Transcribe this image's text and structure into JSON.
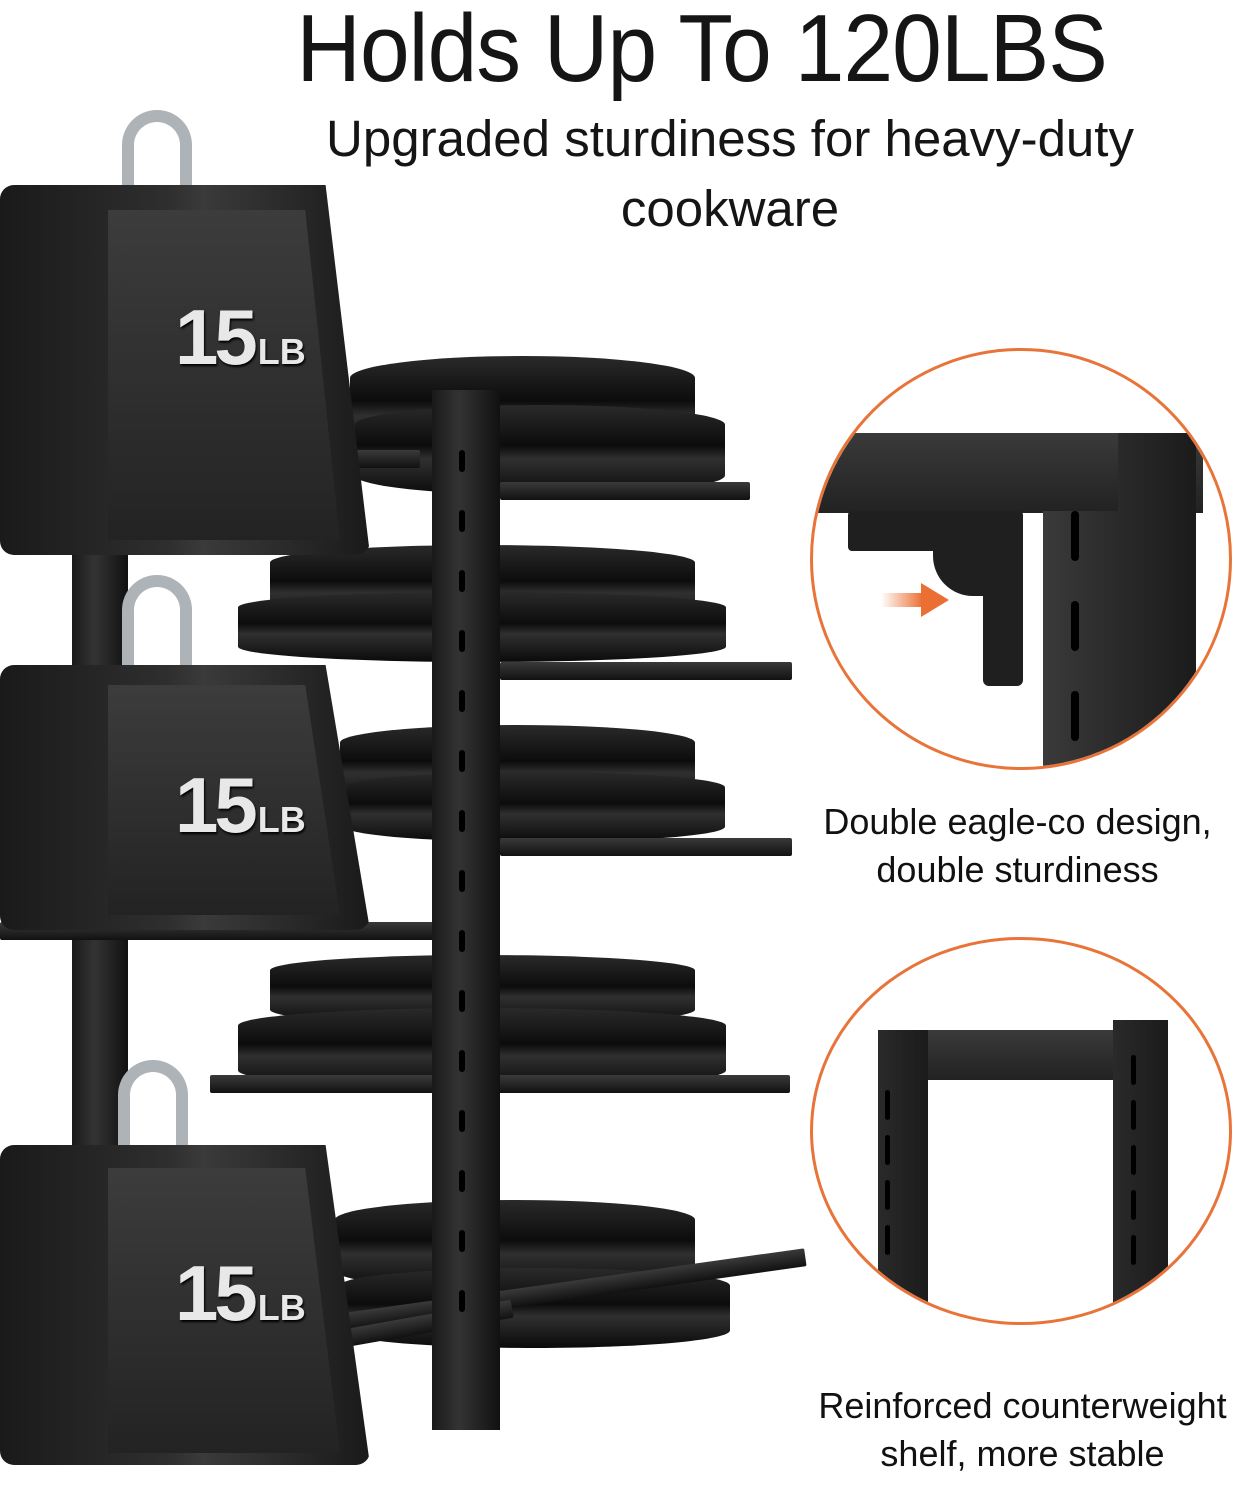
{
  "header": {
    "title": "Holds Up To 120LBS",
    "subtitle_line1": "Upgraded sturdiness for heavy-duty",
    "subtitle_line2": "cookware"
  },
  "weights": [
    {
      "value": "15",
      "unit": "LB"
    },
    {
      "value": "15",
      "unit": "LB"
    },
    {
      "value": "15",
      "unit": "LB"
    }
  ],
  "callouts": [
    {
      "caption_line1": "Double eagle-co design,",
      "caption_line2": "double sturdiness",
      "icon": "arrow-right-icon"
    },
    {
      "caption_line1": "Reinforced counterweight",
      "caption_line2": "shelf, more stable"
    }
  ],
  "colors": {
    "accent_orange": "#e8743a",
    "rack_black": "#1a1a1a",
    "text": "#151515",
    "background": "#ffffff"
  }
}
